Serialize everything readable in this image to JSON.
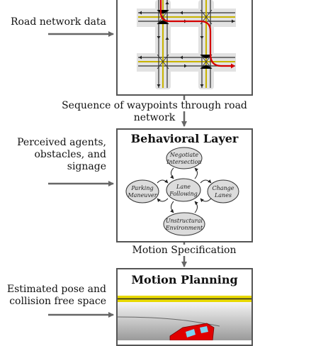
{
  "inputs": {
    "road_network": "Road network data",
    "perceived": [
      "Perceived agents,",
      "obstacles, and",
      "signage"
    ],
    "estimated": [
      "Estimated pose and",
      "collision free space"
    ]
  },
  "flows": {
    "waypoints": "Sequence of waypoints through road network",
    "motion_spec": "Motion Specification"
  },
  "behavioral_layer": {
    "title": "Behavioral Layer",
    "states": {
      "negotiate": [
        "Negotiate",
        "Intersection"
      ],
      "parking": [
        "Parking",
        "Maneuver"
      ],
      "lane": [
        "Lane",
        "Following"
      ],
      "change": [
        "Change",
        "Lanes"
      ],
      "unstructured": [
        "Unstructural",
        "Environment"
      ]
    }
  },
  "motion_planning": {
    "title": "Motion Planning"
  },
  "colors": {
    "route": "#d40000",
    "lane_yellow": "#c8b400",
    "box_border": "#555555",
    "arrow": "#666666",
    "state_fill": "#dcdcdc"
  }
}
